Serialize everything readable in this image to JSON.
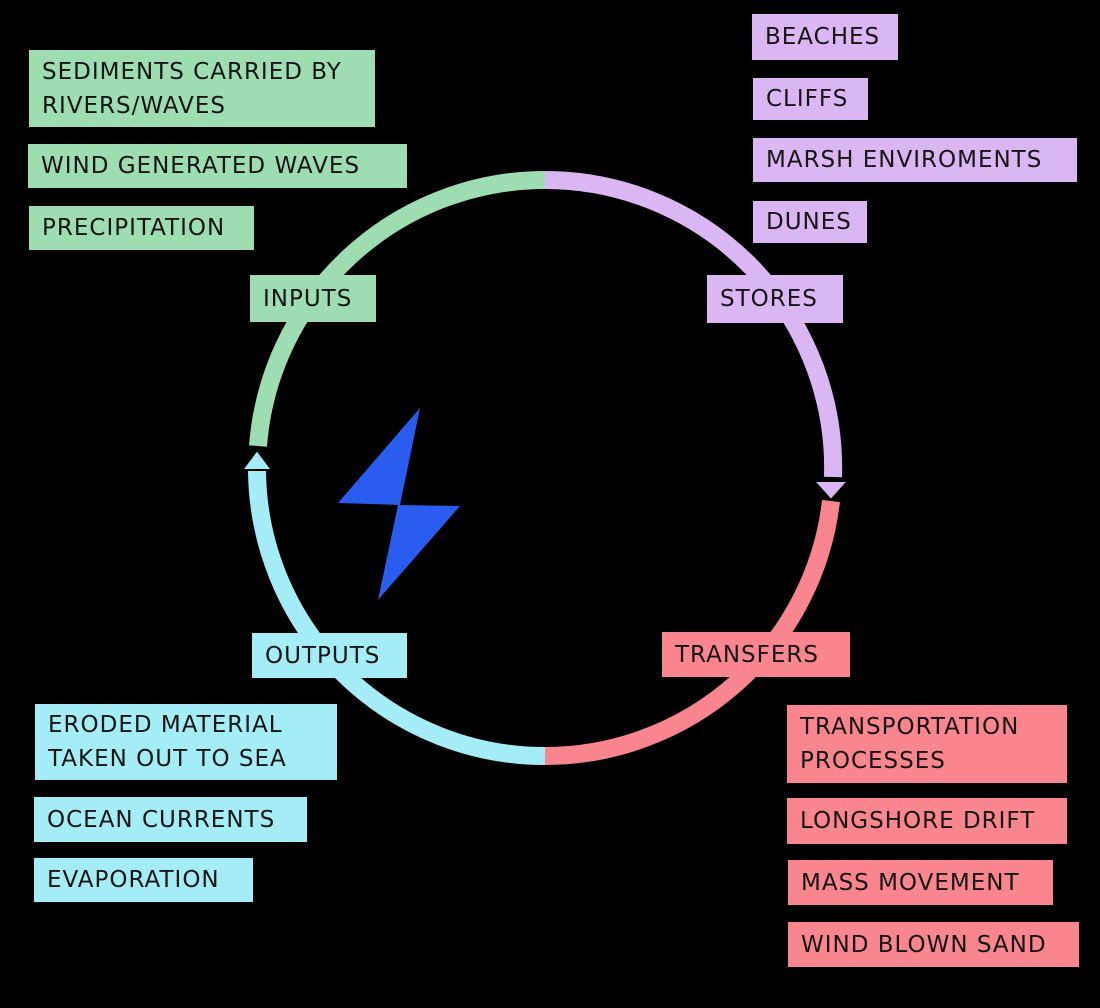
{
  "background": "#000000",
  "text_color": "#151515",
  "icons": {
    "bolt_color": "#2B5CF0"
  },
  "groups": {
    "inputs": {
      "label": "INPUTS",
      "color": "#9EDCB2",
      "items": [
        [
          "SEDIMENTS CARRIED BY",
          "RIVERS/WAVES"
        ],
        [
          "WIND GENERATED WAVES"
        ],
        [
          "PRECIPITATION"
        ]
      ]
    },
    "stores": {
      "label": "STORES",
      "color": "#DAB7F2",
      "items": [
        [
          "BEACHES"
        ],
        [
          "CLIFFS"
        ],
        [
          "MARSH ENVIROMENTS"
        ],
        [
          "DUNES"
        ]
      ]
    },
    "transfers": {
      "label": "TRANSFERS",
      "color": "#F9868E",
      "items": [
        [
          "TRANSPORTATION",
          "PROCESSES"
        ],
        [
          "LONGSHORE DRIFT"
        ],
        [
          "MASS MOVEMENT"
        ],
        [
          "WIND BLOWN SAND"
        ]
      ]
    },
    "outputs": {
      "label": "OUTPUTS",
      "color": "#A5EDF6",
      "items": [
        [
          "ERODED MATERIAL",
          "TAKEN OUT TO SEA"
        ],
        [
          "OCEAN CURRENTS"
        ],
        [
          "EVAPORATION"
        ]
      ]
    }
  }
}
